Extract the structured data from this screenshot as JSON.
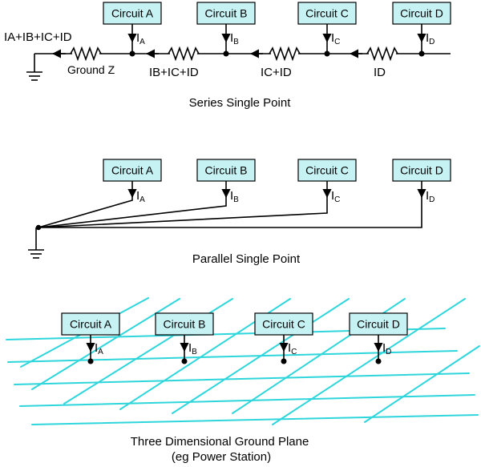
{
  "colors": {
    "box_fill": "#c7f2f4",
    "ground_plane": "#2ed6dc",
    "wire": "#000000"
  },
  "icons": [
    "ground-symbol-icon",
    "resistor-icon",
    "arrow-icon",
    "junction-dot-icon"
  ],
  "circuits": [
    {
      "label": "Circuit A",
      "current": "I",
      "sub": "A"
    },
    {
      "label": "Circuit B",
      "current": "I",
      "sub": "B"
    },
    {
      "label": "Circuit C",
      "current": "I",
      "sub": "C"
    },
    {
      "label": "Circuit D",
      "current": "I",
      "sub": "D"
    }
  ],
  "series": {
    "caption": "Series Single Point",
    "ground_z_label": "Ground Z",
    "total_current": "IA+IB+IC+ID",
    "current_bcd": "IB+IC+ID",
    "current_cd": "IC+ID",
    "current_d": "ID"
  },
  "parallel": {
    "caption": "Parallel Single Point"
  },
  "plane": {
    "caption_line1": "Three Dimensional Ground Plane",
    "caption_line2": "(eg Power Station)"
  }
}
